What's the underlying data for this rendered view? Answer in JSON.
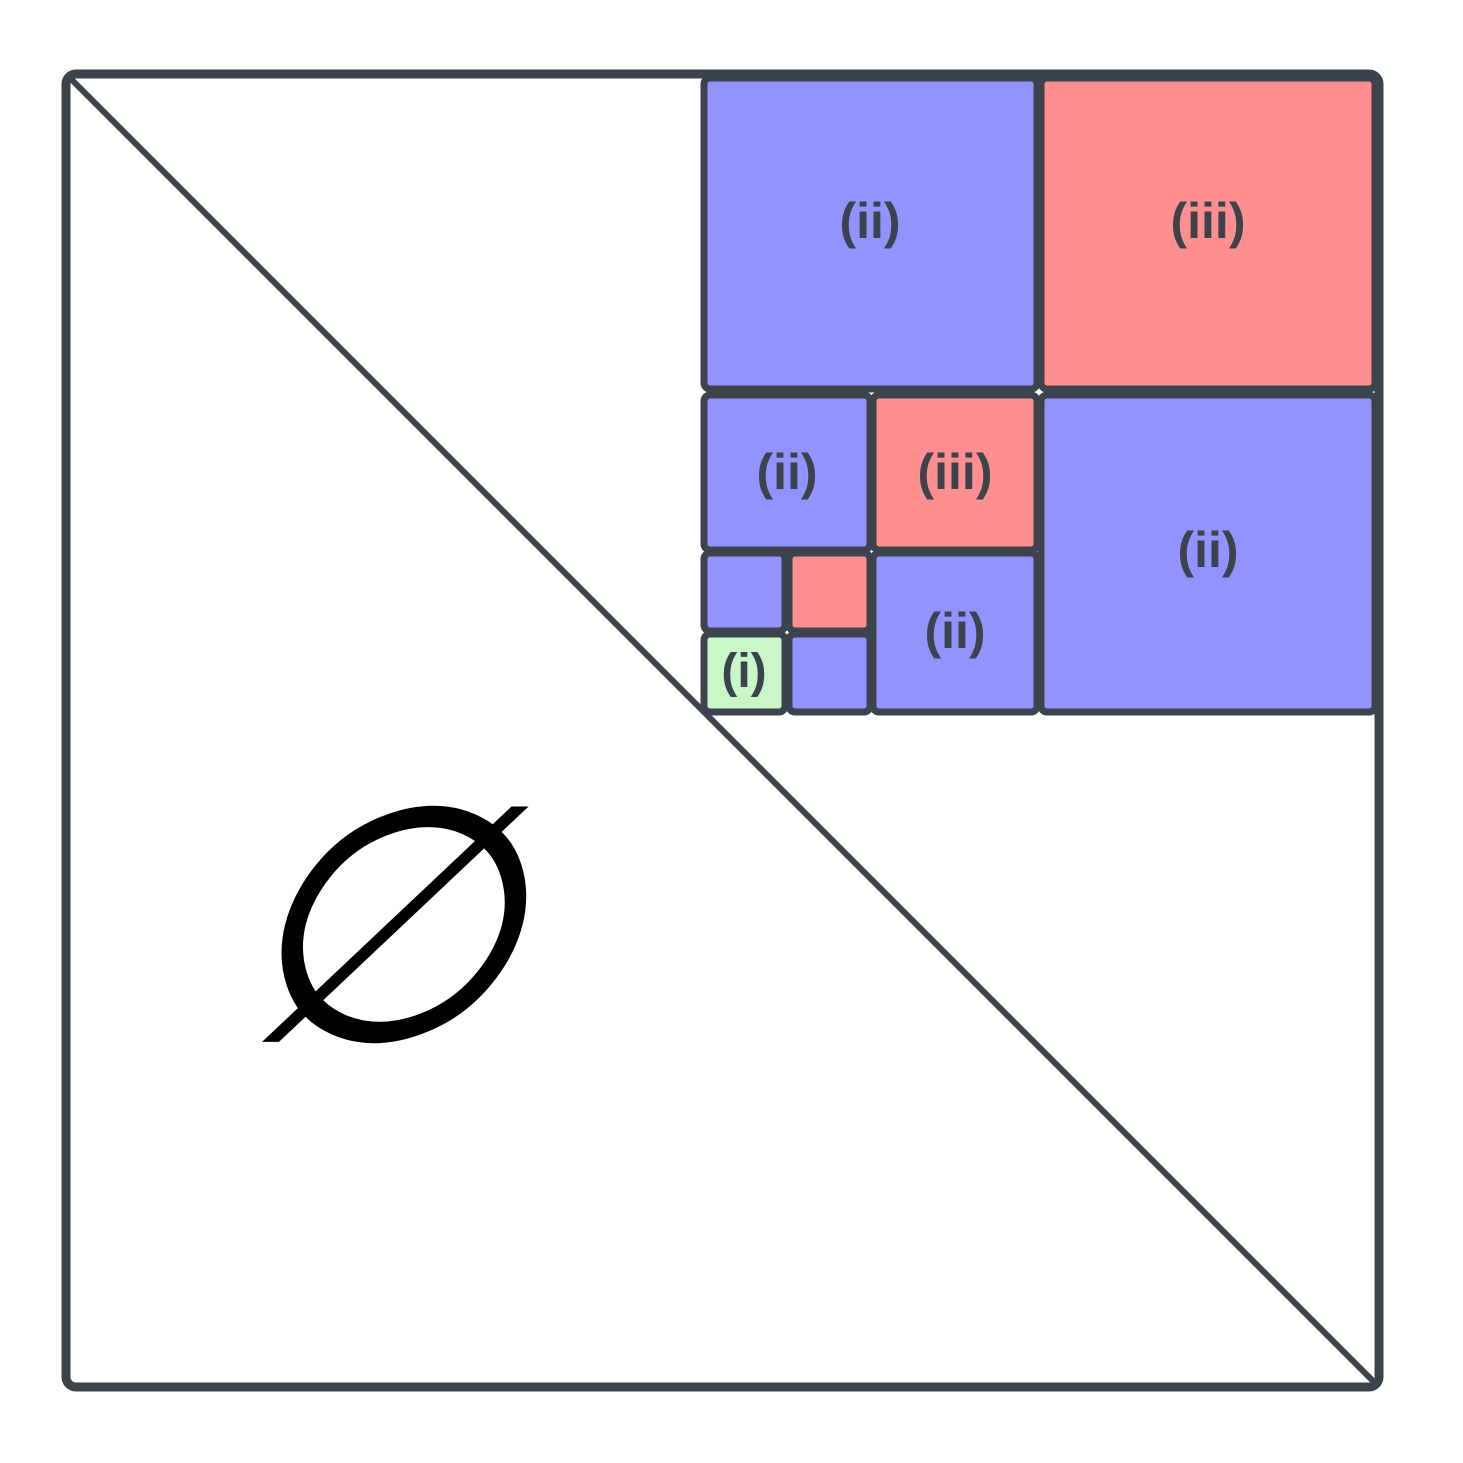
{
  "colors": {
    "stroke": "#3d434d",
    "blue": "#9393ff",
    "red": "#ff8f8f",
    "green": "#c8f8c8",
    "background": "#ffffff"
  },
  "empty_region_label": "∅",
  "cells": [
    {
      "id": "top-left-large",
      "color": "blue",
      "label": "(ii)"
    },
    {
      "id": "top-right-large",
      "color": "red",
      "label": "(iii)"
    },
    {
      "id": "middle-left",
      "color": "blue",
      "label": "(ii)"
    },
    {
      "id": "middle-center",
      "color": "red",
      "label": "(iii)"
    },
    {
      "id": "middle-right-large",
      "color": "blue",
      "label": "(ii)"
    },
    {
      "id": "small-top-left",
      "color": "blue",
      "label": ""
    },
    {
      "id": "small-top-right",
      "color": "red",
      "label": ""
    },
    {
      "id": "small-bottom-left",
      "color": "green",
      "label": "(i)"
    },
    {
      "id": "small-bottom-right",
      "color": "blue",
      "label": ""
    },
    {
      "id": "lower-center",
      "color": "blue",
      "label": "(ii)"
    }
  ]
}
